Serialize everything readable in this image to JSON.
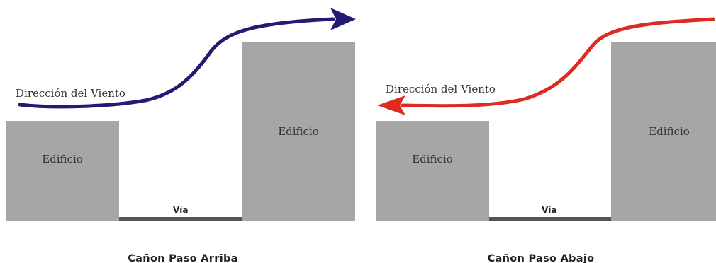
{
  "panels": [
    {
      "wind_label": "Dirección del Viento",
      "building_left_label": "Edificio",
      "building_right_label": "Edificio",
      "road_label": "Vía",
      "caption": "Cañon Paso Arriba",
      "arrow_color": "#221a73"
    },
    {
      "wind_label": "Dirección del Viento",
      "building_left_label": "Edificio",
      "building_right_label": "Edificio",
      "road_label": "Vía",
      "caption": "Cañon Paso Abajo",
      "arrow_color": "#dd2b22"
    }
  ]
}
